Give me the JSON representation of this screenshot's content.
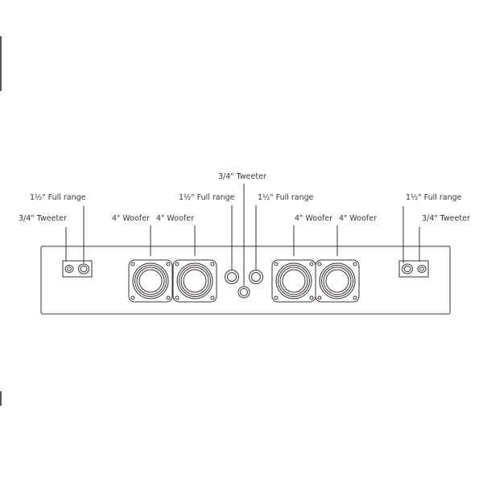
{
  "labels": {
    "left_full_range": "1½\" Full range",
    "left_tweeter": "3/4\" Tweeter",
    "woofer_1": "4\" Woofer",
    "woofer_2": "4\" Woofer",
    "center_full_range_left": "1½\" Full range",
    "center_tweeter": "3/4\" Tweeter",
    "center_full_range_right": "1½\" Full range",
    "woofer_3": "4\" Woofer",
    "woofer_4": "4\" Woofer",
    "right_full_range": "1½\" Full range",
    "right_tweeter": "3/4\" Tweeter"
  },
  "colors": {
    "line": "#3a3330",
    "background": "#ffffff"
  }
}
